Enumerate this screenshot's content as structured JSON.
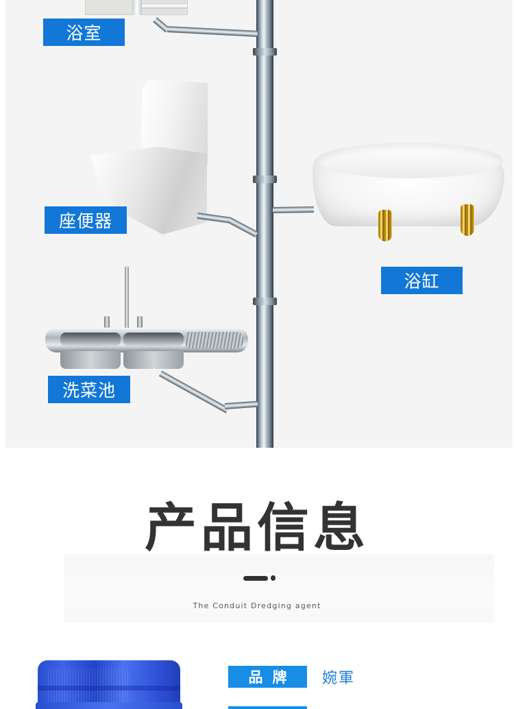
{
  "diagram": {
    "background": "#f4f4f4",
    "label_color": "#1277d6",
    "fixtures": [
      {
        "id": "bathroom",
        "label": "浴室"
      },
      {
        "id": "toilet",
        "label": "座便器"
      },
      {
        "id": "bathtub",
        "label": "浴缸"
      },
      {
        "id": "kitchen-sink",
        "label": "洗菜池"
      }
    ]
  },
  "product_info": {
    "title": "产品信息",
    "subtitle": "The Conduit Dredging agent",
    "accent_color": "#178de6",
    "rows": [
      {
        "key": "品牌",
        "value": "婉軍"
      }
    ]
  }
}
